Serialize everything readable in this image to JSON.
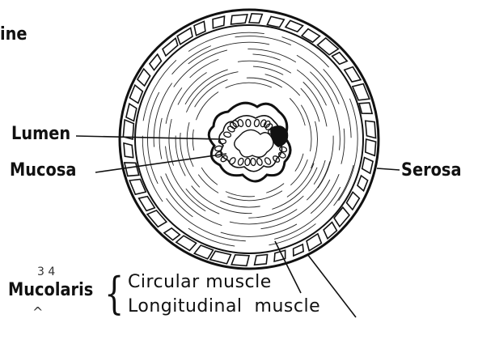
{
  "labels": {
    "top_fragment": "ine",
    "lumen": "Lumen",
    "mucosa": "Mucosa",
    "serosa": "Serosa",
    "muscolaris": "Mucolaris",
    "circular_muscle": "Circular muscle",
    "longitudinal_muscle": "Longitudinal  muscle"
  },
  "handwriting": {
    "mark": "3 4"
  },
  "colors": {
    "ink": "#111111",
    "background": "#ffffff"
  }
}
